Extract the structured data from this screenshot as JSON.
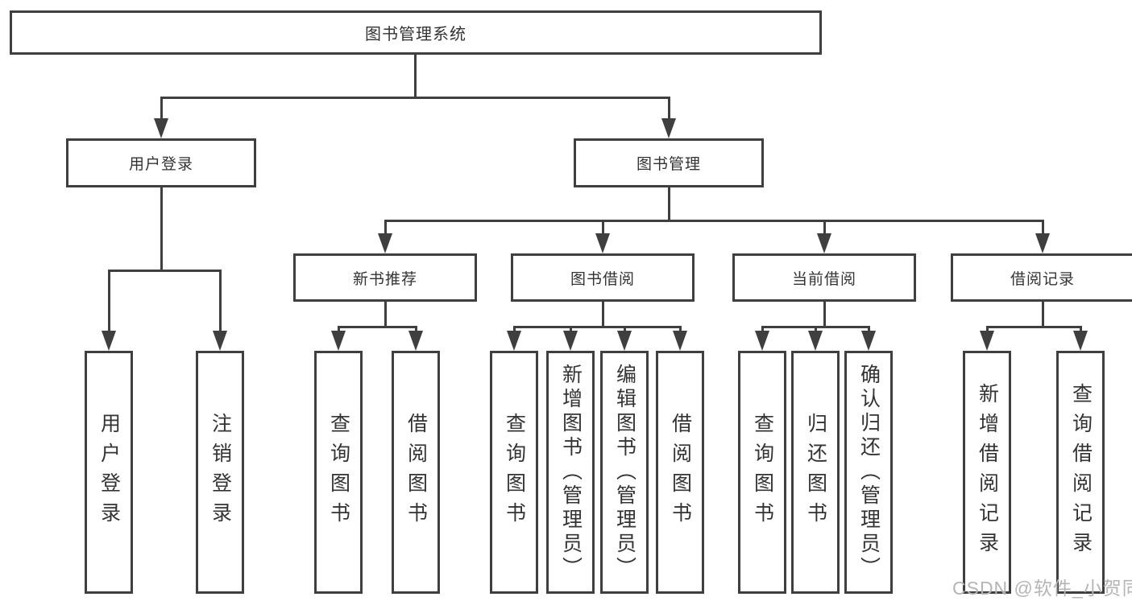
{
  "diagram": {
    "root": {
      "label": "图书管理系统"
    },
    "level1": [
      {
        "label": "用户登录"
      },
      {
        "label": "图书管理"
      }
    ],
    "level2": [
      {
        "label": "新书推荐"
      },
      {
        "label": "图书借阅"
      },
      {
        "label": "当前借阅"
      },
      {
        "label": "借阅记录"
      }
    ],
    "leaves": {
      "user_login": [
        "用户登录",
        "注销登录"
      ],
      "new_book_recommendation": [
        "查询图书",
        "借阅图书"
      ],
      "book_borrowing": [
        "查询图书",
        "新增图书（管理员）",
        "编辑图书（管理员）",
        "借阅图书"
      ],
      "current_borrowing": [
        "查询图书",
        "归还图书",
        "确认归还（管理员）"
      ],
      "borrowing_records": [
        "新增借阅记录",
        "查询借阅记录"
      ]
    }
  },
  "watermark": {
    "text": "CSDN @软件_小贺同学"
  },
  "colors": {
    "line": "#3f3f3f",
    "text": "#333333",
    "watermark": "#b5b5b5",
    "background": "#ffffff"
  }
}
